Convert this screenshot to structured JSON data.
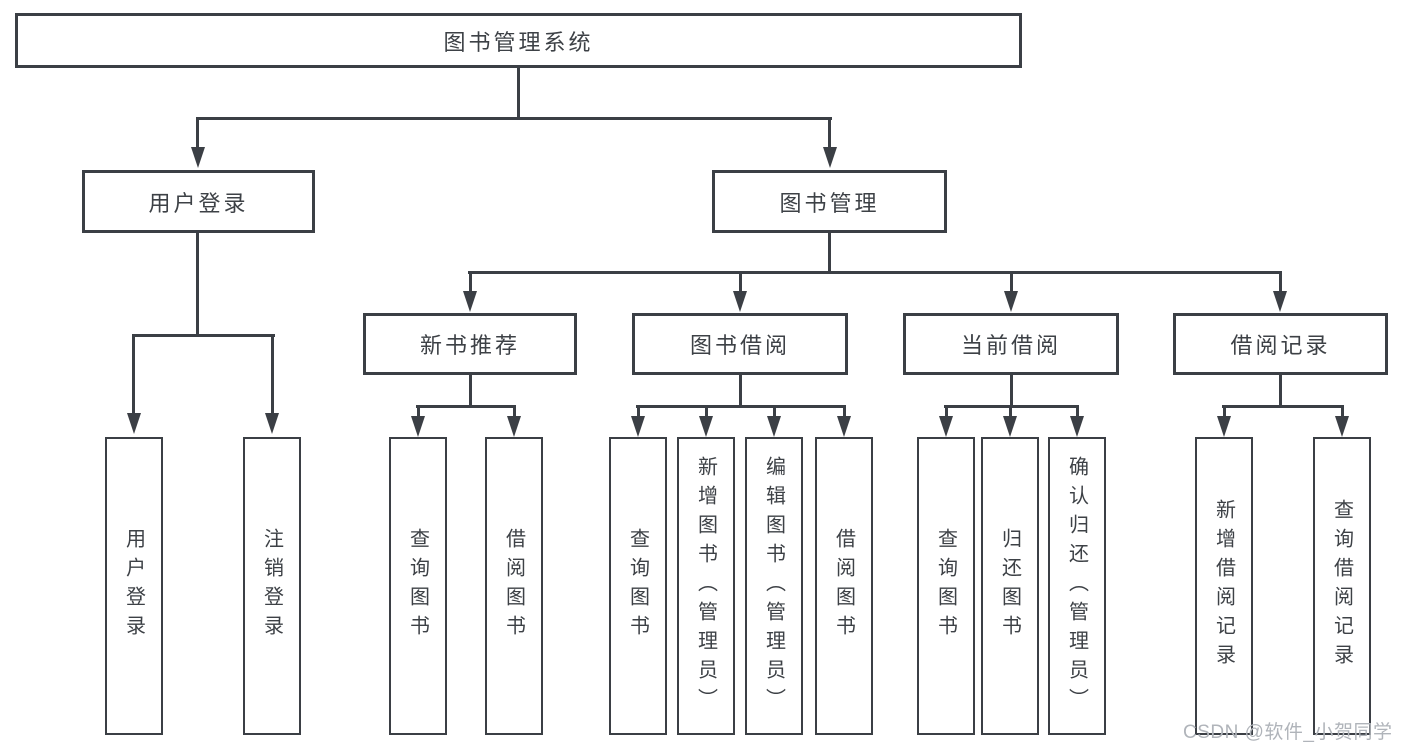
{
  "colors": {
    "line": "#3b3f45",
    "text": "#3d4146",
    "watermark": "#b0b4ba",
    "bg": "#ffffff"
  },
  "tree": {
    "label": "图书管理系统",
    "children": [
      {
        "label": "用户登录",
        "children": [
          {
            "label": "用户登录"
          },
          {
            "label": "注销登录"
          }
        ]
      },
      {
        "label": "图书管理",
        "children": [
          {
            "label": "新书推荐",
            "children": [
              {
                "label": "查询图书"
              },
              {
                "label": "借阅图书"
              }
            ]
          },
          {
            "label": "图书借阅",
            "children": [
              {
                "label": "查询图书"
              },
              {
                "label": "新增图书（管理员）"
              },
              {
                "label": "编辑图书（管理员）"
              },
              {
                "label": "借阅图书"
              }
            ]
          },
          {
            "label": "当前借阅",
            "children": [
              {
                "label": "查询图书"
              },
              {
                "label": "归还图书"
              },
              {
                "label": "确认归还（管理员）"
              }
            ]
          },
          {
            "label": "借阅记录",
            "children": [
              {
                "label": "新增借阅记录"
              },
              {
                "label": "查询借阅记录"
              }
            ]
          }
        ]
      }
    ]
  },
  "watermark": {
    "text": "CSDN @软件_小贺同学"
  }
}
